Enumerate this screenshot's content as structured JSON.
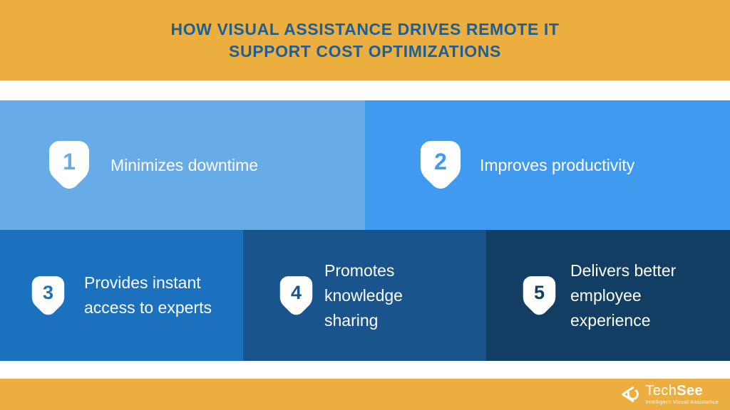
{
  "title": {
    "line1": "HOW VISUAL ASSISTANCE DRIVES REMOTE IT",
    "line2": "SUPPORT COST OPTIMIZATIONS"
  },
  "colors": {
    "band_orange": "#ECAE3E",
    "title_text": "#1D5F96",
    "card_text": "#FFFFFF",
    "badge_fill": "#FFFFFF"
  },
  "items": [
    {
      "number": "1",
      "label": "Minimizes downtime",
      "bg": "#67ACE6"
    },
    {
      "number": "2",
      "label": "Improves productivity",
      "bg": "#409BF0"
    },
    {
      "number": "3",
      "label": "Provides instant access to experts",
      "bg": "#1B71BD"
    },
    {
      "number": "4",
      "label": "Promotes knowledge sharing",
      "bg": "#19548D"
    },
    {
      "number": "5",
      "label": "Delivers better employee experience",
      "bg": "#123E63"
    }
  ],
  "footer": {
    "brand_light": "Tech",
    "brand_bold": "See",
    "tagline": "Intelligent Visual Assistance"
  }
}
